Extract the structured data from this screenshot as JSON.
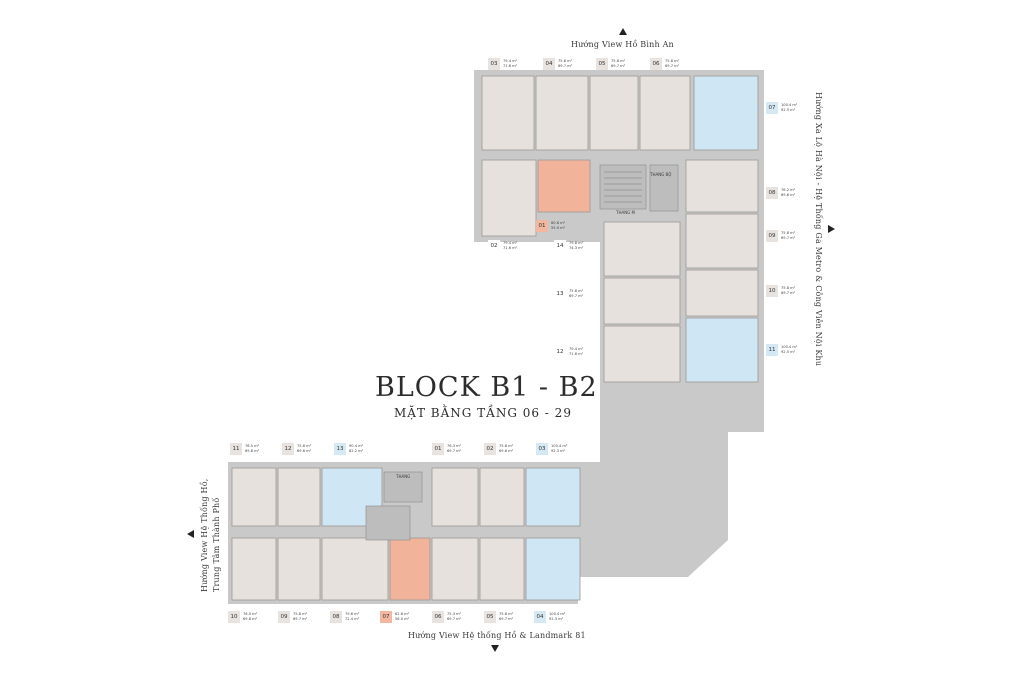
{
  "colors": {
    "corridor": "#c9c9c9",
    "unit_standard": "#e6e1dd",
    "unit_large": "#cfe6f4",
    "unit_special": "#f1b49a",
    "wall": "#9c9896",
    "badge_standard": "#e9e3df",
    "badge_large": "#d5e9f5",
    "badge_special": "#f3b79f"
  },
  "title": "BLOCK B1  - B2",
  "subtitle": "MẶT BẰNG TẦNG 06 - 29",
  "directions": {
    "north": "Hướng View Hồ Bình An",
    "east": "Hướng Xa Lộ Hà Nội - Hệ Thống Ga Metro & Công Viên Nội Khu",
    "south": "Hướng View Hệ thống Hồ & Landmark 81",
    "west_line1": "Hướng View Hệ Thống Hồ,",
    "west_line2": "Trung Tâm Thành Phố"
  },
  "core_labels": {
    "top_stair": "THANG BỘ",
    "top_lift": "THANG M",
    "bottom_core": "THANG"
  },
  "units_block1": [
    {
      "no": "03",
      "a1": "79.4 m²",
      "a2": "71.6 m²",
      "type": "standard"
    },
    {
      "no": "04",
      "a1": "75.8 m²",
      "a2": "69.7 m²",
      "type": "standard"
    },
    {
      "no": "05",
      "a1": "75.8 m²",
      "a2": "69.7 m²",
      "type": "standard"
    },
    {
      "no": "06",
      "a1": "75.8 m²",
      "a2": "69.7 m²",
      "type": "standard"
    },
    {
      "no": "07",
      "a1": "100.4 m²",
      "a2": "92.5 m²",
      "type": "large"
    },
    {
      "no": "08",
      "a1": "76.2 m²",
      "a2": "69.6 m²",
      "type": "standard"
    },
    {
      "no": "09",
      "a1": "75.8 m²",
      "a2": "69.7 m²",
      "type": "standard"
    },
    {
      "no": "10",
      "a1": "75.8 m²",
      "a2": "69.7 m²",
      "type": "standard"
    },
    {
      "no": "11",
      "a1": "100.4 m²",
      "a2": "92.5 m²",
      "type": "large"
    },
    {
      "no": "01",
      "a1": "60.8 m²",
      "a2": "55.9 m²",
      "type": "special"
    },
    {
      "no": "02",
      "a1": "79.4 m²",
      "a2": "71.6 m²",
      "type": "standard"
    },
    {
      "no": "14",
      "a1": "79.8 m²",
      "a2": "74.3 m²",
      "type": "standard"
    },
    {
      "no": "13",
      "a1": "75.8 m²",
      "a2": "69.7 m²",
      "type": "standard"
    },
    {
      "no": "12",
      "a1": "79.4 m²",
      "a2": "71.6 m²",
      "type": "standard"
    }
  ],
  "units_block2": [
    {
      "no": "11",
      "a1": "76.5 m²",
      "a2": "69.8 m²",
      "type": "standard"
    },
    {
      "no": "12",
      "a1": "75.8 m²",
      "a2": "69.6 m²",
      "type": "standard"
    },
    {
      "no": "13",
      "a1": "90.4 m²",
      "a2": "82.2 m²",
      "type": "large"
    },
    {
      "no": "01",
      "a1": "76.3 m²",
      "a2": "69.7 m²",
      "type": "standard"
    },
    {
      "no": "02",
      "a1": "75.8 m²",
      "a2": "69.6 m²",
      "type": "standard"
    },
    {
      "no": "03",
      "a1": "100.4 m²",
      "a2": "92.3 m²",
      "type": "large"
    },
    {
      "no": "10",
      "a1": "76.5 m²",
      "a2": "69.8 m²",
      "type": "standard"
    },
    {
      "no": "09",
      "a1": "75.8 m²",
      "a2": "69.7 m²",
      "type": "standard"
    },
    {
      "no": "08",
      "a1": "79.6 m²",
      "a2": "72.4 m²",
      "type": "standard"
    },
    {
      "no": "07",
      "a1": "62.6 m²",
      "a2": "56.0 m²",
      "type": "special"
    },
    {
      "no": "06",
      "a1": "75.3 m²",
      "a2": "69.7 m²",
      "type": "standard"
    },
    {
      "no": "05",
      "a1": "75.8 m²",
      "a2": "69.7 m²",
      "type": "standard"
    },
    {
      "no": "04",
      "a1": "100.4 m²",
      "a2": "92.3 m²",
      "type": "large"
    }
  ]
}
